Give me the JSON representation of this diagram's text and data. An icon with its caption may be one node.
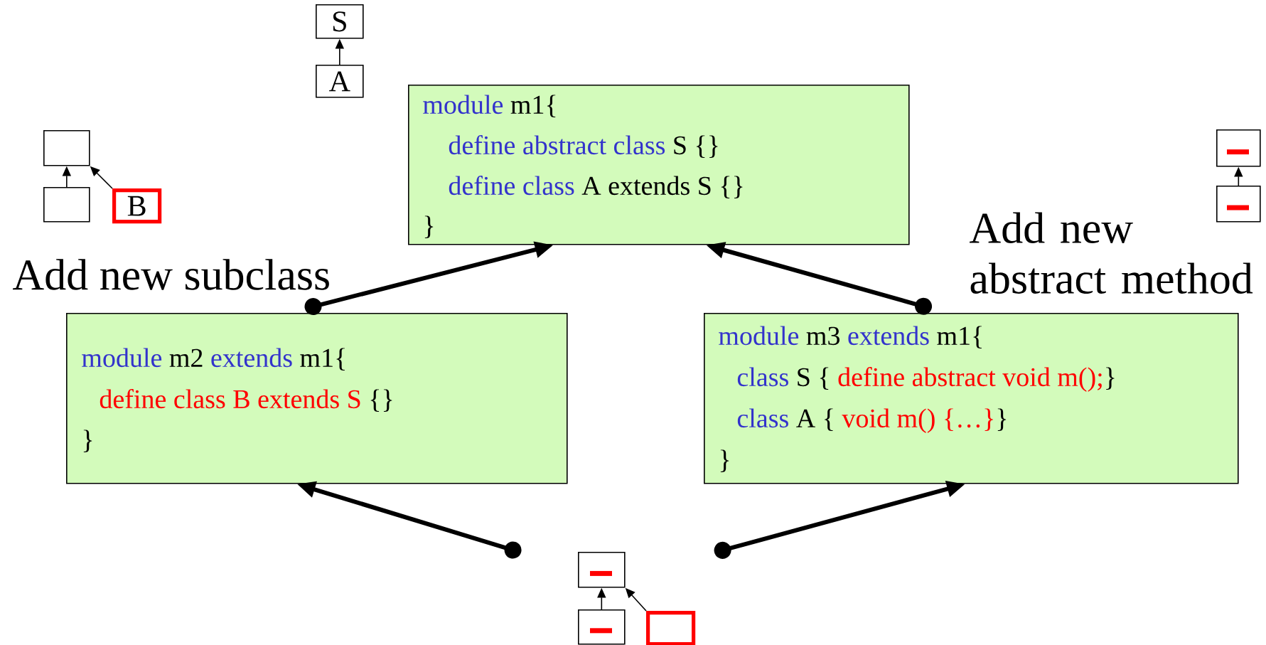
{
  "diagram": {
    "nodes": [
      {
        "text": [
          "S"
        ]
      },
      {
        "text": [
          "A"
        ]
      },
      {
        "text": [],
        "shape": "box"
      },
      {
        "text": [],
        "shape": "box"
      },
      {
        "text": [
          "B"
        ]
      },
      {
        "text": [
          "module",
          "m1{",
          "define abstract class",
          "S {}",
          "define class",
          "A extends S {}",
          "}"
        ]
      },
      {
        "text": [],
        "shape": "box"
      },
      {
        "text": [],
        "shape": "bar",
        "in": 6
      },
      {
        "text": [],
        "shape": "box"
      },
      {
        "text": [],
        "shape": "bar",
        "in": 8
      },
      {
        "text": [
          "module",
          "m2",
          "extends",
          "m1{",
          "define class B extends S",
          "{}",
          "}"
        ]
      },
      {
        "text": [
          "module",
          "m3",
          "extends",
          "m1{",
          "class",
          "S {",
          "define abstract void m();",
          "}",
          "class",
          "A {",
          "void m() {…}",
          "}",
          "}"
        ]
      },
      {
        "text": [],
        "shape": "box"
      },
      {
        "text": [],
        "shape": "bar",
        "in": 12
      },
      {
        "text": [],
        "shape": "box"
      },
      {
        "text": [],
        "shape": "bar",
        "in": 14
      },
      {
        "text": [],
        "shape": "box"
      }
    ],
    "edges": [
      {
        "from": 1,
        "to": 0,
        "arrow": "to"
      },
      {
        "from": 3,
        "to": 2,
        "arrow": "to"
      },
      {
        "from": 4,
        "to": 2,
        "arrow": "to"
      },
      {
        "from": 8,
        "to": 6,
        "arrow": "to"
      },
      {
        "from": 14,
        "to": 12,
        "arrow": "to"
      },
      {
        "from": 16,
        "to": 12,
        "arrow": "to"
      },
      {
        "from": 10,
        "to": 5,
        "arrow": "to",
        "style": "thick"
      },
      {
        "from": 11,
        "to": 5,
        "arrow": "to",
        "style": "thick"
      },
      {
        "from": null,
        "to": 10,
        "arrow": "to",
        "style": "thick"
      },
      {
        "from": null,
        "to": 11,
        "arrow": "to",
        "style": "thick"
      }
    ],
    "labels": [
      "Add new subclass",
      "Add new abstract method"
    ]
  }
}
